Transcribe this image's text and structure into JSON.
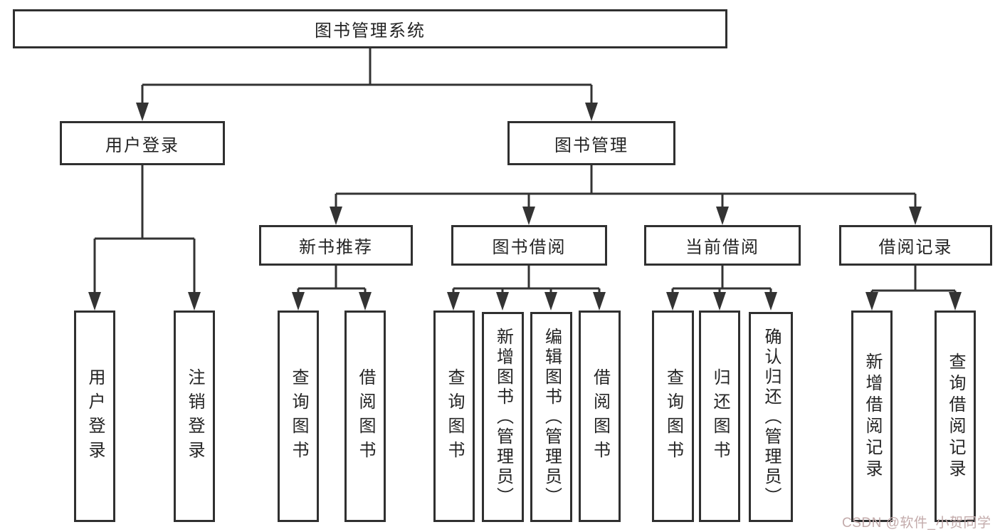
{
  "tree": {
    "root_label": "图书管理系统",
    "groups": [
      {
        "label": "用户登录",
        "children": [
          {
            "label": "用户登录"
          },
          {
            "label": "注销登录"
          }
        ]
      },
      {
        "label": "图书管理",
        "subgroups": [
          {
            "label": "新书推荐",
            "children": [
              {
                "label": "查询图书"
              },
              {
                "label": "借阅图书"
              }
            ]
          },
          {
            "label": "图书借阅",
            "children": [
              {
                "label": "查询图书"
              },
              {
                "label": "新增图书（管理员）"
              },
              {
                "label": "编辑图书（管理员）"
              },
              {
                "label": "借阅图书"
              }
            ]
          },
          {
            "label": "当前借阅",
            "children": [
              {
                "label": "查询图书"
              },
              {
                "label": "归还图书"
              },
              {
                "label": "确认归还（管理员）"
              }
            ]
          },
          {
            "label": "借阅记录",
            "children": [
              {
                "label": "新增借阅记录"
              },
              {
                "label": "查询借阅记录"
              }
            ]
          }
        ]
      }
    ]
  },
  "watermark": {
    "text": "CSDN @软件_小贺同学"
  },
  "colors": {
    "line": "#333333",
    "border": "#303030",
    "text": "#242424",
    "watermark": "#c3abab",
    "background": "#ffffff"
  }
}
